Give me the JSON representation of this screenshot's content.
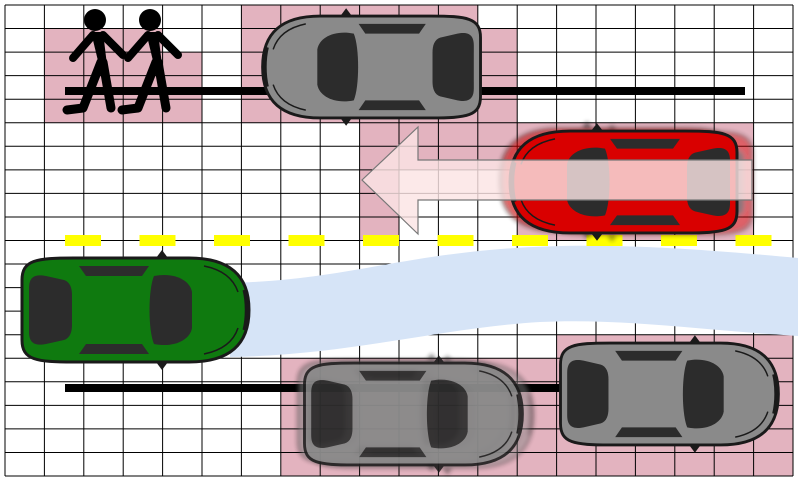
{
  "grid": {
    "cols": 20,
    "rows": 20,
    "line_color": "#000000",
    "background": "#ffffff"
  },
  "occupancy": {
    "color": "#e3b3bf",
    "cells": [
      [
        1,
        1
      ],
      [
        2,
        1
      ],
      [
        3,
        1
      ],
      [
        1,
        2
      ],
      [
        2,
        2
      ],
      [
        3,
        2
      ],
      [
        4,
        2
      ],
      [
        1,
        3
      ],
      [
        2,
        3
      ],
      [
        3,
        3
      ],
      [
        4,
        3
      ],
      [
        1,
        4
      ],
      [
        2,
        4
      ],
      [
        3,
        4
      ],
      [
        4,
        4
      ],
      [
        6,
        0
      ],
      [
        7,
        0
      ],
      [
        8,
        0
      ],
      [
        9,
        0
      ],
      [
        10,
        0
      ],
      [
        11,
        0
      ],
      [
        6,
        1
      ],
      [
        7,
        1
      ],
      [
        8,
        1
      ],
      [
        9,
        1
      ],
      [
        10,
        1
      ],
      [
        11,
        1
      ],
      [
        12,
        1
      ],
      [
        6,
        2
      ],
      [
        7,
        2
      ],
      [
        8,
        2
      ],
      [
        9,
        2
      ],
      [
        10,
        2
      ],
      [
        11,
        2
      ],
      [
        12,
        2
      ],
      [
        6,
        3
      ],
      [
        7,
        3
      ],
      [
        8,
        3
      ],
      [
        9,
        3
      ],
      [
        10,
        3
      ],
      [
        11,
        3
      ],
      [
        12,
        3
      ],
      [
        6,
        4
      ],
      [
        7,
        4
      ],
      [
        8,
        4
      ],
      [
        9,
        4
      ],
      [
        10,
        4
      ],
      [
        11,
        4
      ],
      [
        12,
        4
      ],
      [
        9,
        5
      ],
      [
        10,
        5
      ],
      [
        11,
        5
      ],
      [
        12,
        5
      ],
      [
        9,
        6
      ],
      [
        10,
        6
      ],
      [
        11,
        6
      ],
      [
        12,
        6
      ],
      [
        13,
        5
      ],
      [
        14,
        5
      ],
      [
        15,
        5
      ],
      [
        16,
        5
      ],
      [
        17,
        5
      ],
      [
        18,
        5
      ],
      [
        9,
        7
      ],
      [
        9,
        8
      ],
      [
        9,
        9
      ],
      [
        13,
        6
      ],
      [
        14,
        6
      ],
      [
        15,
        6
      ],
      [
        16,
        6
      ],
      [
        17,
        6
      ],
      [
        18,
        6
      ],
      [
        13,
        7
      ],
      [
        14,
        7
      ],
      [
        15,
        7
      ],
      [
        16,
        7
      ],
      [
        17,
        7
      ],
      [
        18,
        7
      ],
      [
        13,
        8
      ],
      [
        14,
        8
      ],
      [
        15,
        8
      ],
      [
        16,
        8
      ],
      [
        17,
        8
      ],
      [
        18,
        8
      ],
      [
        13,
        9
      ],
      [
        14,
        9
      ],
      [
        15,
        9
      ],
      [
        16,
        9
      ],
      [
        17,
        9
      ],
      [
        18,
        9
      ],
      [
        7,
        15
      ],
      [
        8,
        15
      ],
      [
        9,
        15
      ],
      [
        10,
        15
      ],
      [
        11,
        15
      ],
      [
        12,
        15
      ],
      [
        13,
        15
      ],
      [
        7,
        16
      ],
      [
        8,
        16
      ],
      [
        9,
        16
      ],
      [
        10,
        16
      ],
      [
        11,
        16
      ],
      [
        12,
        16
      ],
      [
        13,
        16
      ],
      [
        7,
        17
      ],
      [
        8,
        17
      ],
      [
        9,
        17
      ],
      [
        10,
        17
      ],
      [
        11,
        17
      ],
      [
        12,
        17
      ],
      [
        13,
        17
      ],
      [
        7,
        18
      ],
      [
        8,
        18
      ],
      [
        9,
        18
      ],
      [
        10,
        18
      ],
      [
        11,
        18
      ],
      [
        12,
        18
      ],
      [
        13,
        18
      ],
      [
        7,
        19
      ],
      [
        8,
        19
      ],
      [
        9,
        19
      ],
      [
        10,
        19
      ],
      [
        11,
        19
      ],
      [
        12,
        19
      ],
      [
        13,
        19
      ],
      [
        14,
        14
      ],
      [
        15,
        14
      ],
      [
        16,
        14
      ],
      [
        17,
        14
      ],
      [
        18,
        14
      ],
      [
        19,
        14
      ],
      [
        14,
        15
      ],
      [
        15,
        15
      ],
      [
        16,
        15
      ],
      [
        17,
        15
      ],
      [
        18,
        15
      ],
      [
        19,
        15
      ],
      [
        14,
        16
      ],
      [
        15,
        16
      ],
      [
        16,
        16
      ],
      [
        17,
        16
      ],
      [
        18,
        16
      ],
      [
        19,
        16
      ],
      [
        14,
        17
      ],
      [
        15,
        17
      ],
      [
        16,
        17
      ],
      [
        17,
        17
      ],
      [
        18,
        17
      ],
      [
        19,
        17
      ],
      [
        14,
        18
      ],
      [
        15,
        18
      ],
      [
        16,
        18
      ],
      [
        17,
        18
      ],
      [
        18,
        18
      ],
      [
        19,
        18
      ],
      [
        14,
        19
      ],
      [
        15,
        19
      ],
      [
        16,
        19
      ],
      [
        17,
        19
      ],
      [
        18,
        19
      ],
      [
        19,
        19
      ]
    ]
  },
  "lane_divider_color": "#ffff00",
  "planned_path_color": "#d6e4f7",
  "arrow": {
    "fill": "#fbe4e4",
    "direction": "left"
  },
  "pedestrians": {
    "count": 2,
    "color": "#000000"
  },
  "vehicles": [
    {
      "id": "ego-car",
      "color": "#0f7a0f",
      "heading": "right"
    },
    {
      "id": "parked-car-top",
      "color": "#8a8a8a",
      "heading": "left"
    },
    {
      "id": "oncoming-car",
      "color": "#d90000",
      "heading": "left",
      "motion_blur": true
    },
    {
      "id": "parked-car-bottom-blurred",
      "color": "#8a8a8a",
      "heading": "right",
      "motion_blur": true
    },
    {
      "id": "parked-car-bottom-right",
      "color": "#8a8a8a",
      "heading": "right"
    }
  ]
}
